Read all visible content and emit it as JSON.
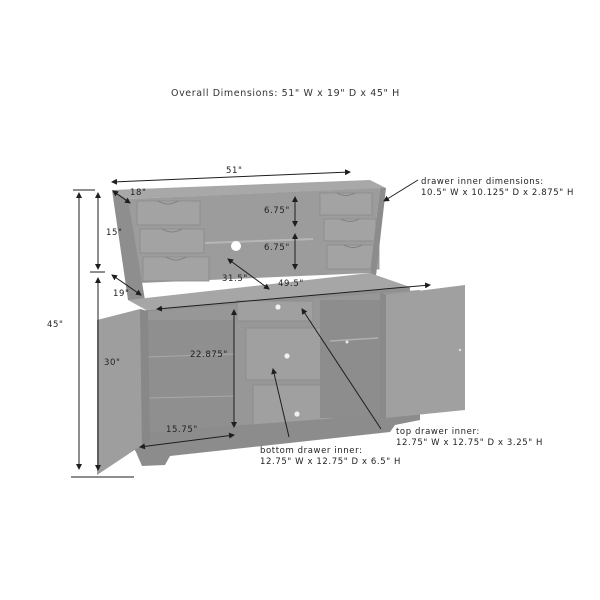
{
  "title": "Overall Dimensions: 51\" W x 19\" D x 45\" H",
  "dimensions": {
    "width_top": "51\"",
    "depth_top": "18\"",
    "hutch_height": "15\"",
    "cubby_upper": "6.75\"",
    "cubby_lower": "6.75\"",
    "desk_depth_diag": "31.5\"",
    "desk_width": "49.5\"",
    "depth_desk": "19\"",
    "overall_height": "45\"",
    "base_height": "30\"",
    "cabinet_inner_height": "22.875\"",
    "cabinet_inner_width": "15.75\""
  },
  "callouts": {
    "small_drawer": {
      "line1": "drawer inner dimensions:",
      "line2": "10.5\" W x 10.125\" D x 2.875\" H"
    },
    "top_drawer": {
      "line1": "top drawer inner:",
      "line2": "12.75\" W x 12.75\" D x 3.25\" H"
    },
    "bottom_drawer": {
      "line1": "bottom drawer inner:",
      "line2": "12.75\" W x 12.75\" D x 6.5\" H"
    }
  },
  "colors": {
    "furniture": "#9a9a9a",
    "furniture_dark": "#858585",
    "furniture_light": "#b0b0b0",
    "line": "#1e1e1e",
    "background": "#ffffff"
  }
}
